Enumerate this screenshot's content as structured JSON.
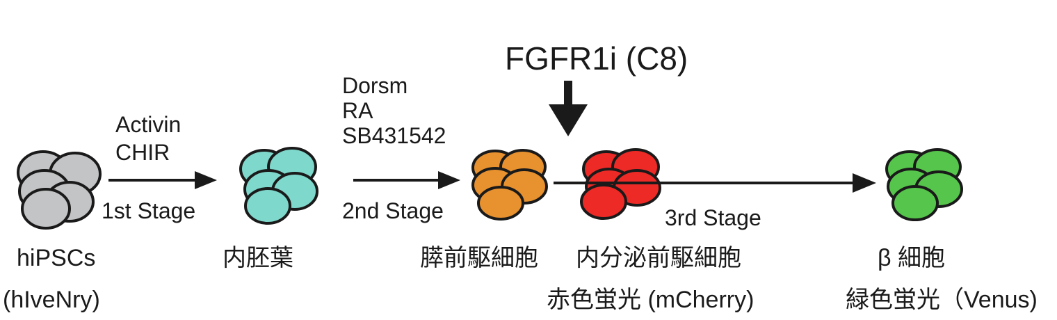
{
  "colors": {
    "ipsc": "#c3c4c6",
    "endoderm": "#7fd8cc",
    "pancreatic_progenitor": "#e8912f",
    "endocrine_progenitor": "#ee2a26",
    "beta": "#55c64b",
    "red_text": "#e8242a",
    "green_text": "#4cb848",
    "ink": "#1a1a1a"
  },
  "inhibitor": {
    "label": "FGFR1i (C8)"
  },
  "steps": [
    {
      "reagents": [
        "Activin",
        "CHIR"
      ],
      "stage": "1st Stage"
    },
    {
      "reagents": [
        "Dorsm",
        "RA",
        "SB431542"
      ],
      "stage": "2nd Stage"
    },
    {
      "reagents": [],
      "stage": "3rd Stage"
    }
  ],
  "cells": [
    {
      "name": "hiPSCs",
      "sub": "(hIveNry)"
    },
    {
      "name": "内胚葉"
    },
    {
      "name": "膵前駆細胞"
    },
    {
      "name": "内分泌前駆細胞",
      "sub": "赤色蛍光 (mCherry)"
    },
    {
      "name": "β 細胞",
      "sub": "緑色蛍光（Venus)"
    }
  ]
}
